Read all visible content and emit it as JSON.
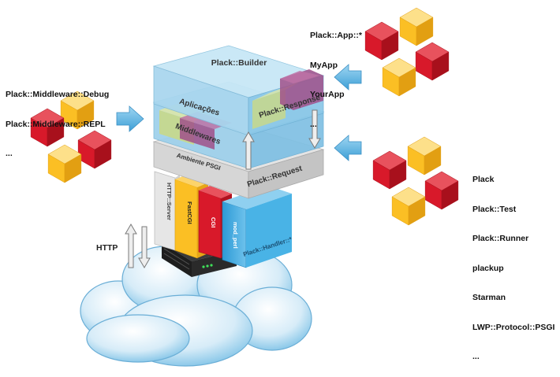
{
  "stack": {
    "builder_label": "Plack::Builder",
    "response_label": "Plack::Response",
    "applications_label": "Aplicações",
    "middlewares_label": "Middlewares",
    "psgi_env_label": "Ambiente PSGI",
    "request_label": "Plack::Request"
  },
  "handlers": {
    "http_server_label": "HTTP::Server",
    "fastcgi_label": "FastCGI",
    "cgi_label": "CGI",
    "mod_perl_label": "mod_perl",
    "plack_handler_label": "Plack::Handler::*"
  },
  "http_label": "HTTP",
  "groups": {
    "middleware": [
      "Plack::Middleware::Debug",
      "Plack::Middleware::REPL",
      "..."
    ],
    "app": [
      "Plack::App::*",
      "MyApp",
      "YourApp",
      "..."
    ],
    "tools": [
      "Plack",
      "Plack::Test",
      "Plack::Runner",
      "plackup",
      "Starman",
      "LWP::Protocol::PSGI",
      "..."
    ]
  },
  "colors": {
    "cube_red": "#d8192a",
    "cube_yellow": "#fbbf24",
    "layer_blue": "#8ecbe8",
    "layer_gray": "#cfcfcf",
    "handler_blue": "#3ea8de",
    "arrow_blue": "#5ab6e6",
    "app_green": "#c8d88a",
    "middleware_purple": "#a0508a"
  }
}
